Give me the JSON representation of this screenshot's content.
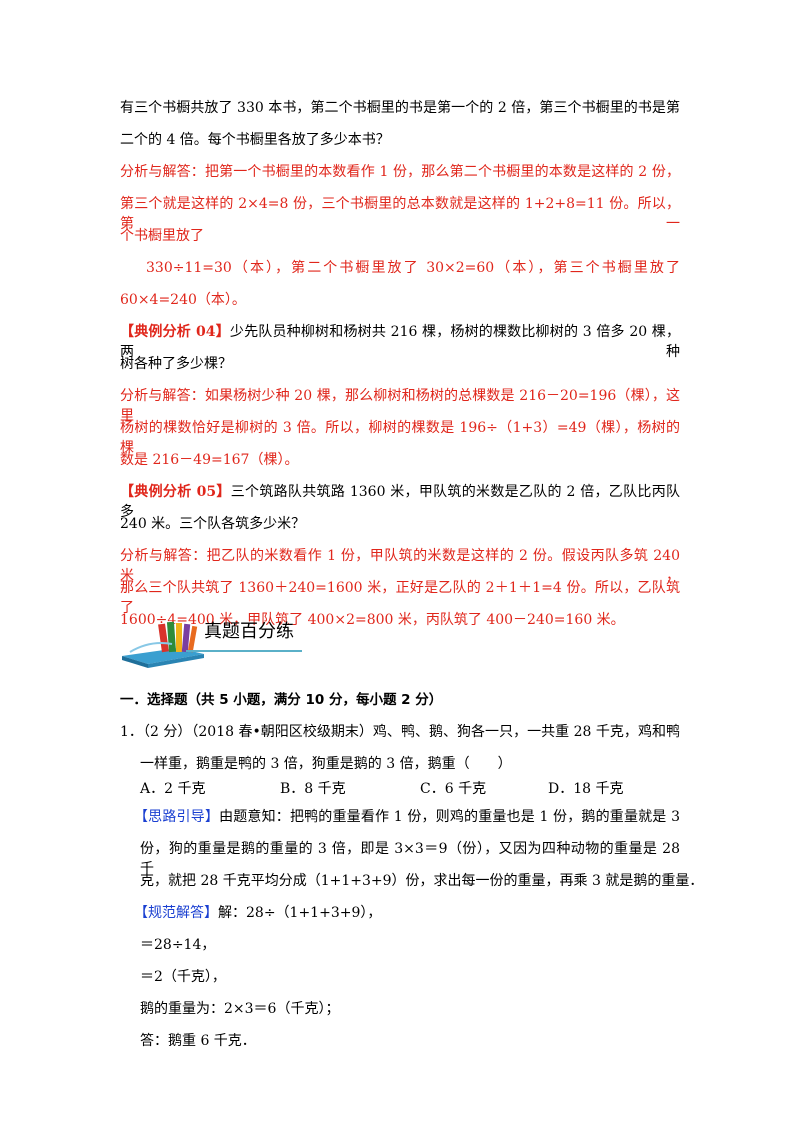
{
  "p1": {
    "l1": "有三个书橱共放了 330 本书，第二个书橱里的书是第一个的 2 倍，第三个书橱里的书是第",
    "l2": "二个的 4 倍。每个书橱里各放了多少本书？"
  },
  "a1": {
    "l1": "分析与解答：把第一个书橱里的本数看作 1 份，那么第二个书橱里的本数是这样的 2 份，",
    "l2": "第三个就是这样的 2×4=8 份，三个书橱里的总本数就是这样的 1+2+8=11 份。所以，第一",
    "l3": "个书橱里放了",
    "l4": "330÷11=30（本），第二个书橱里放了 30×2=60（本），第三个书橱里放了",
    "l5": "60×4=240（本）。"
  },
  "ex4": {
    "tag": "【典例分析 04】",
    "l1": "少先队员种柳树和杨树共 216 棵，杨树的棵数比柳树的 3 倍多 20 棵，两种",
    "l2": "树各种了多少棵？",
    "a1": "分析与解答：如果杨树少种 20 棵，那么柳树和杨树的总棵数是 216－20=196（棵），这里",
    "a2": "杨树的棵数恰好是柳树的 3 倍。所以，柳树的棵数是 196÷（1+3）=49（棵），杨树的棵",
    "a3": "数是 216－49=167（棵）。"
  },
  "ex5": {
    "tag": "【典例分析 05】",
    "l1": "三个筑路队共筑路 1360 米，甲队筑的米数是乙队的 2 倍，乙队比丙队多",
    "l2": "240 米。三个队各筑多少米？",
    "a1": "分析与解答：把乙队的米数看作 1 份，甲队筑的米数是这样的 2 份。假设丙队多筑 240 米，",
    "a2": "那么三个队共筑了 1360＋240=1600 米，正好是乙队的 2＋1＋1=4 份。所以，乙队筑了",
    "a3": "1600÷4=400 米，甲队筑了 400×2=800 米，丙队筑了 400－240=160 米。"
  },
  "section": {
    "title": "真题百分练"
  },
  "part1": {
    "heading": "一．选择题（共 5 小题，满分 10 分，每小题 2 分）"
  },
  "q1": {
    "l1": "1．（2 分）（2018 春•朝阳区校级期末）鸡、鸭、鹅、狗各一只，一共重 28 千克，鸡和鸭",
    "l2": "一样重，鹅重是鸭的 3 倍，狗重是鹅的 3 倍，鹅重（　　）",
    "options": [
      "A．2 千克",
      "B．8 千克",
      "C．6 千克",
      "D．18 千克"
    ],
    "hint_tag": "【思路引导】",
    "hint1": "由题意知：把鸭的重量看作 1 份，则鸡的重量也是 1 份，鹅的重量就是 3",
    "hint2": "份，狗的重量是鹅的重量的 3 倍，即是 3×3＝9（份），又因为四种动物的重量是 28 千",
    "hint3": "克，就把 28 千克平均分成（1+1+3+9）份，求出每一份的重量，再乘 3 就是鹅的重量．",
    "sol_tag": "【规范解答】",
    "sol1": "解：28÷（1+1+3+9），",
    "sol2": "＝28÷14，",
    "sol3": "＝2（千克），",
    "sol4": "鹅的重量为：2×3＝6（千克）；",
    "sol5": "答：鹅重 6 千克．"
  },
  "colors": {
    "analysis": "#e0261b",
    "tag_blue": "#1a3fd1",
    "title_rule": "#5ab0c8"
  }
}
